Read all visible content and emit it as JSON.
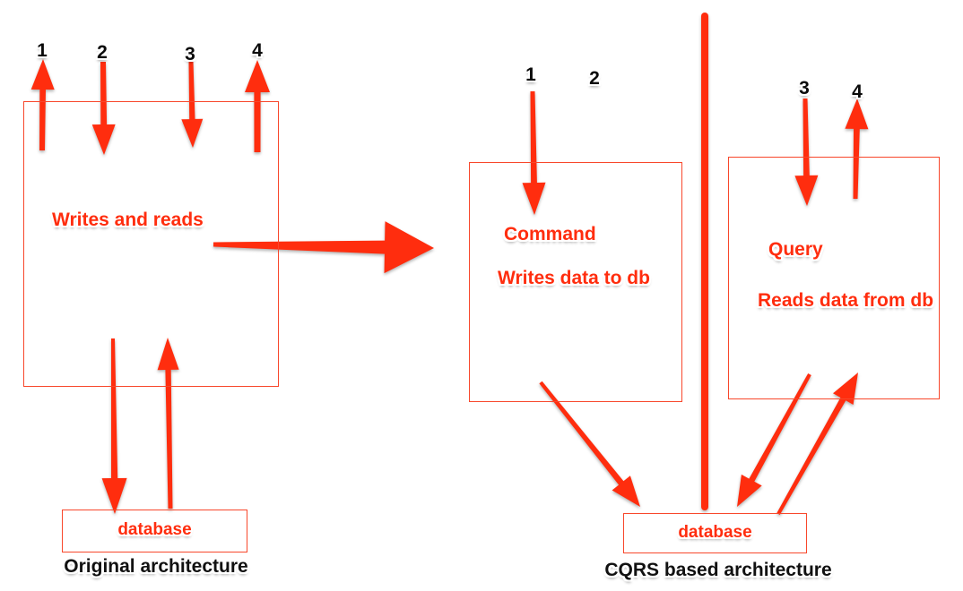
{
  "diagram": {
    "left": {
      "main_box_label": "Writes and reads",
      "database_label": "database",
      "caption": "Original architecture",
      "flow_numbers": [
        "1",
        "2",
        "3",
        "4"
      ]
    },
    "right": {
      "command_title": "Command",
      "command_subtitle": "Writes data to db",
      "query_title": "Query",
      "query_subtitle": "Reads data from db",
      "database_label": "database",
      "caption": "CQRS based architecture",
      "flow_numbers": [
        "1",
        "2",
        "3",
        "4"
      ]
    },
    "colors": {
      "arrow_red": "#ff2d0e",
      "box_border_red": "#f8472b",
      "label_black": "#0a0a0a"
    }
  }
}
